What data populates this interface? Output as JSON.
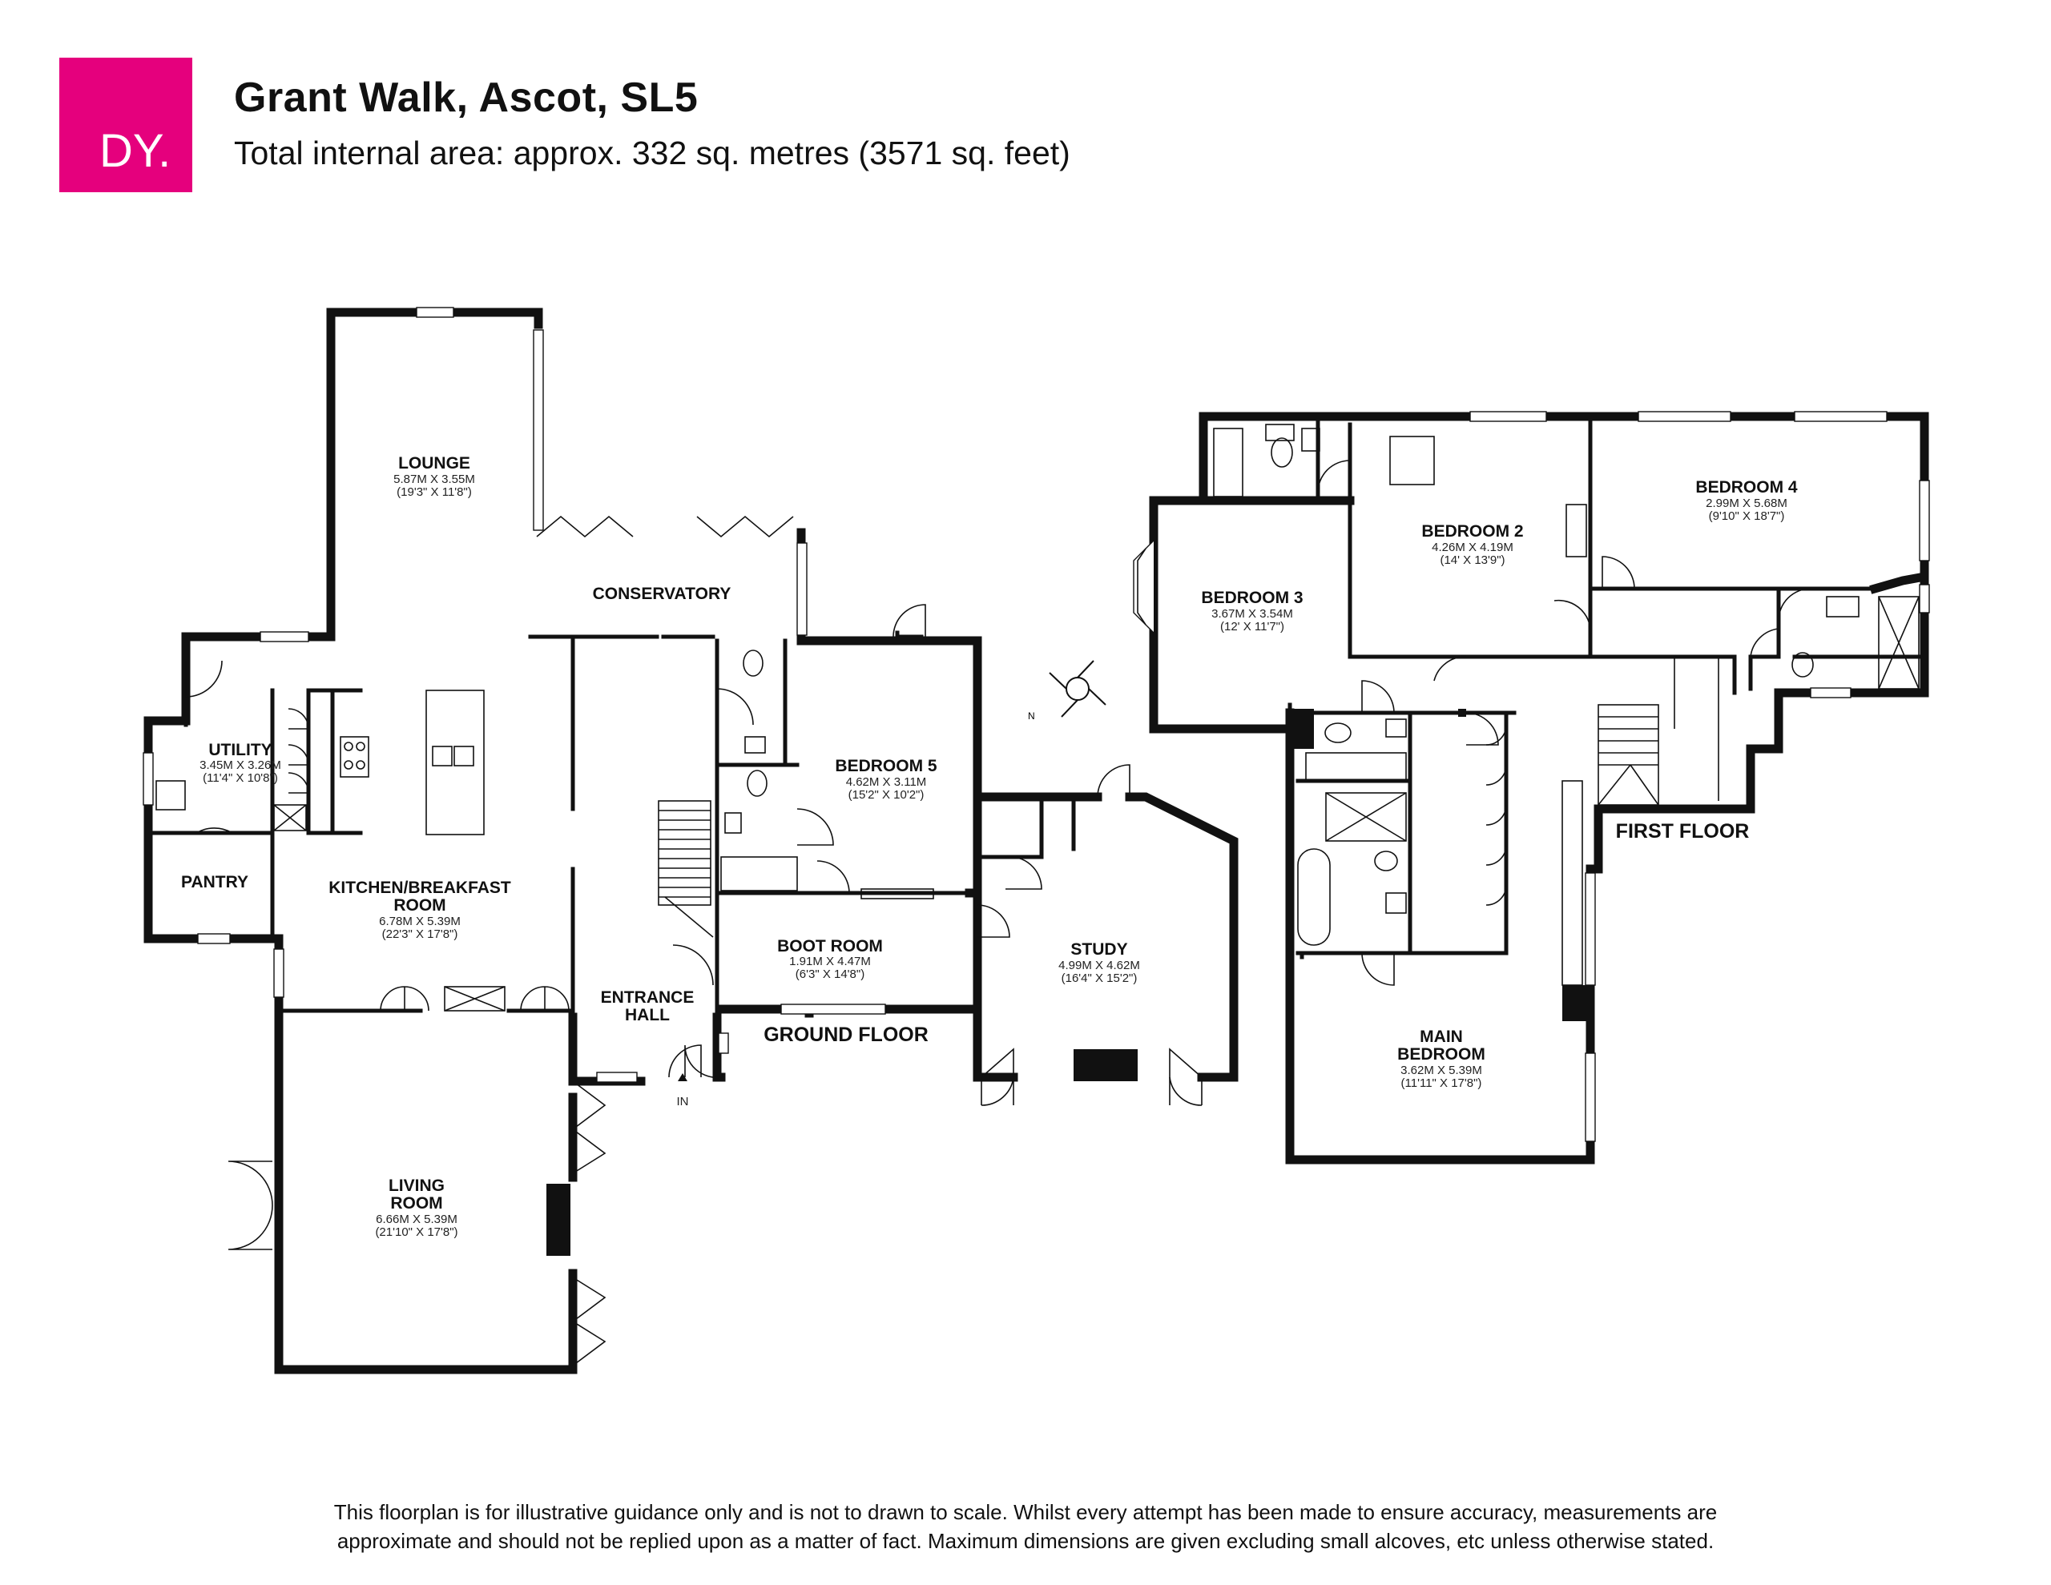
{
  "brand": {
    "logo_text": "DY.",
    "logo_color": "#e5007d"
  },
  "header": {
    "title": "Grant Walk, Ascot, SL5",
    "subtitle": "Total internal area: approx. 332 sq. metres (3571 sq. feet)"
  },
  "floors": {
    "ground_label": "GROUND FLOOR",
    "first_label": "FIRST FLOOR",
    "entrance_marker": "IN"
  },
  "rooms": {
    "lounge": {
      "name": "LOUNGE",
      "dim_m": "5.87M X 3.55M",
      "dim_ft": "(19'3\" X 11'8\")"
    },
    "conservatory": {
      "name": "CONSERVATORY"
    },
    "utility": {
      "name": "UTILITY",
      "dim_m": "3.45M X 3.26M",
      "dim_ft": "(11'4\" X 10'8\")"
    },
    "pantry": {
      "name": "PANTRY"
    },
    "kitchen": {
      "name_1": "KITCHEN/BREAKFAST",
      "name_2": "ROOM",
      "dim_m": "6.78M X 5.39M",
      "dim_ft": "(22'3\" X 17'8\")"
    },
    "entrance_hall": {
      "name_1": "ENTRANCE",
      "name_2": "HALL"
    },
    "living_room": {
      "name_1": "LIVING",
      "name_2": "ROOM",
      "dim_m": "6.66M X 5.39M",
      "dim_ft": "(21'10\" X 17'8\")"
    },
    "bedroom5": {
      "name": "BEDROOM 5",
      "dim_m": "4.62M X 3.11M",
      "dim_ft": "(15'2\" X 10'2\")"
    },
    "boot_room": {
      "name": "BOOT ROOM",
      "dim_m": "1.91M X 4.47M",
      "dim_ft": "(6'3\" X 14'8\")"
    },
    "study": {
      "name": "STUDY",
      "dim_m": "4.99M X 4.62M",
      "dim_ft": "(16'4\" X 15'2\")"
    },
    "bedroom3": {
      "name": "BEDROOM 3",
      "dim_m": "3.67M X 3.54M",
      "dim_ft": "(12' X 11'7\")"
    },
    "bedroom2": {
      "name": "BEDROOM 2",
      "dim_m": "4.26M X 4.19M",
      "dim_ft": "(14' X 13'9\")"
    },
    "bedroom4": {
      "name": "BEDROOM 4",
      "dim_m": "2.99M X 5.68M",
      "dim_ft": "(9'10\" X 18'7\")"
    },
    "main_bedroom": {
      "name_1": "MAIN",
      "name_2": "BEDROOM",
      "dim_m": "3.62M X 5.39M",
      "dim_ft": "(11'11\" X 17'8\")"
    }
  },
  "disclaimer": {
    "line_1": "This floorplan is for illustrative guidance only and is not to drawn to scale. Whilst every attempt has been made to ensure accuracy, measurements are",
    "line_2": "approximate and should not be replied upon as a matter of fact. Maximum dimensions are given excluding small alcoves, etc unless otherwise stated."
  },
  "icons": [
    "compass-icon",
    "stairs-icon",
    "bath-icon",
    "toilet-icon",
    "basin-icon",
    "shower-icon",
    "hob-icon",
    "sink-icon",
    "fireplace-icon",
    "door-swing-icon",
    "window-icon"
  ]
}
